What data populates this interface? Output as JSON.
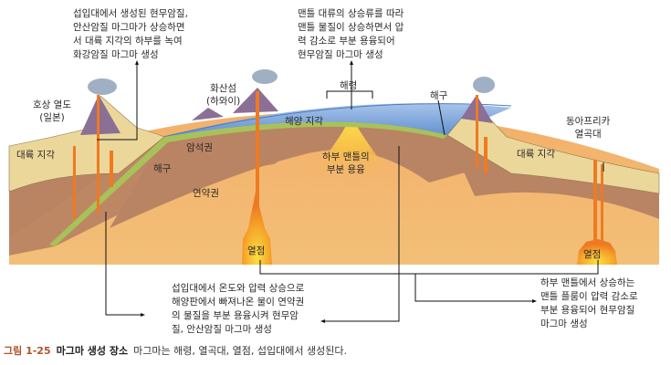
{
  "figure": {
    "caption": {
      "number": "그림 1-25",
      "title": "마그마 생성 장소",
      "text": "마그마는 해령, 열곡대, 열점, 섭입대에서 생성된다."
    },
    "labels": {
      "island_arc": "호상 열도",
      "island_arc_example": "(일본)",
      "continental_crust_left": "대륙 지각",
      "trench_left": "해구",
      "lithosphere": "암석권",
      "asthenosphere": "연약권",
      "volcanic_island": "화산섬",
      "volcanic_island_example": "(하와이)",
      "oceanic_crust": "해양 지각",
      "ridge": "해령",
      "partial_melting_line1": "하부 맨틀의",
      "partial_melting_line2": "부분 용융",
      "trench_right": "해구",
      "continental_crust_right": "대륙 지각",
      "rift_line1": "동아프리카",
      "rift_line2": "열곡대",
      "hotspot_center": "열점",
      "hotspot_right": "열점"
    },
    "notes": {
      "subduction_top": [
        "섭입대에서 생성된 현무암질,",
        "안산암질 마그마가 상승하면",
        "서 대륙 지각의 하부를 녹여",
        "화강암질 마그마 생성"
      ],
      "ridge_top": [
        "맨틀 대류의 상승류를 따라",
        "맨틀 물질이 상승하면서 압",
        "력 감소로 부분 용융되어",
        "현무암질 마그마 생성"
      ],
      "subduction_bottom": [
        "섭입대에서 온도와 압력 상승으로",
        "해양판에서 빠져나온 물이 연약권",
        "의 물질을 부분 용융시켜 현무암",
        "질, 안산암질 마그마 생성"
      ],
      "hotspot_bottom": [
        "하부 맨틀에서 상승하는",
        "맨틀 플룸이 압력 감소로",
        "부분 용융되어 현무암질",
        "마그마 생성"
      ]
    },
    "colors": {
      "caption_number": "#b1542a",
      "ocean": "#7fa6d8",
      "continental_crust": "#ecd79a",
      "lithosphere": "#b98463",
      "asthenosphere": "#f2b46a",
      "oceanic_crust": "#a8c25a",
      "magma": "#ee7a22",
      "hotspot_core": "#f9d23a"
    }
  }
}
